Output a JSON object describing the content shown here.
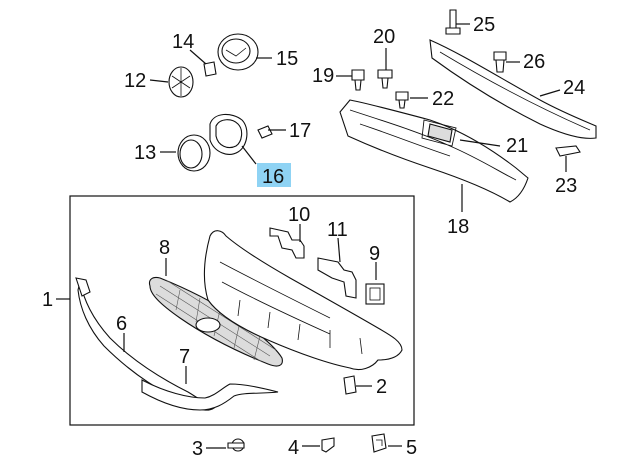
{
  "diagram": {
    "callouts": [
      "1",
      "2",
      "3",
      "4",
      "5",
      "6",
      "7",
      "8",
      "9",
      "10",
      "11",
      "12",
      "13",
      "14",
      "15",
      "16",
      "17",
      "18",
      "19",
      "20",
      "21",
      "22",
      "23",
      "24",
      "25",
      "26"
    ],
    "highlighted_callout": "16",
    "highlight_color": "#8fd3f4"
  }
}
